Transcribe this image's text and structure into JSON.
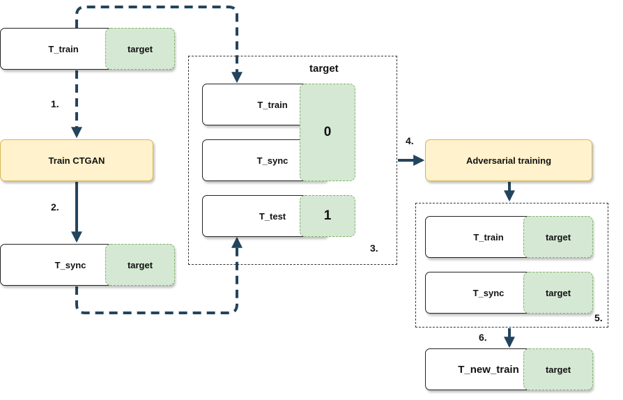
{
  "colors": {
    "edge": "#23445d",
    "target_fill": "#d5e8d4",
    "target_border": "#82b366",
    "process_fill": "#fff2cc",
    "process_border": "#d6b656"
  },
  "left": {
    "train_name": "T_train",
    "train_target": "target",
    "process": "Train CTGAN",
    "sync_name": "T_sync",
    "sync_target": "target"
  },
  "steps": {
    "s1": "1.",
    "s2": "2.",
    "s3": "3.",
    "s4": "4.",
    "s5": "5.",
    "s6": "6."
  },
  "middle": {
    "header": "target",
    "train_name": "T_train",
    "sync_name": "T_sync",
    "test_name": "T_test",
    "label_zero": "0",
    "label_one": "1"
  },
  "right": {
    "process": "Adversarial training",
    "train_name": "T_train",
    "train_target": "target",
    "sync_name": "T_sync",
    "sync_target": "target",
    "new_name": "T_new_train",
    "new_target": "target"
  }
}
